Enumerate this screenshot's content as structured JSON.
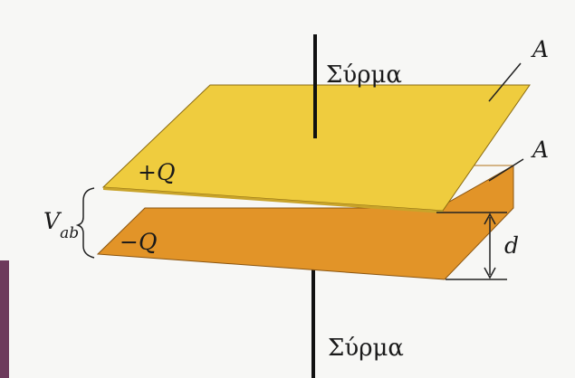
{
  "labels": {
    "wire_top": "Σύρμα",
    "wire_bottom": "Σύρμα",
    "area_top": "A",
    "area_bottom": "A",
    "charge_positive": "+Q",
    "charge_negative": "−Q",
    "separation": "d",
    "voltage_main": "V",
    "voltage_sub": "ab"
  },
  "colors": {
    "background": "#f7f7f5",
    "top_plate": "#efcc3e",
    "bottom_plate": "#e29428",
    "wire": "#111111",
    "line": "#222222"
  }
}
